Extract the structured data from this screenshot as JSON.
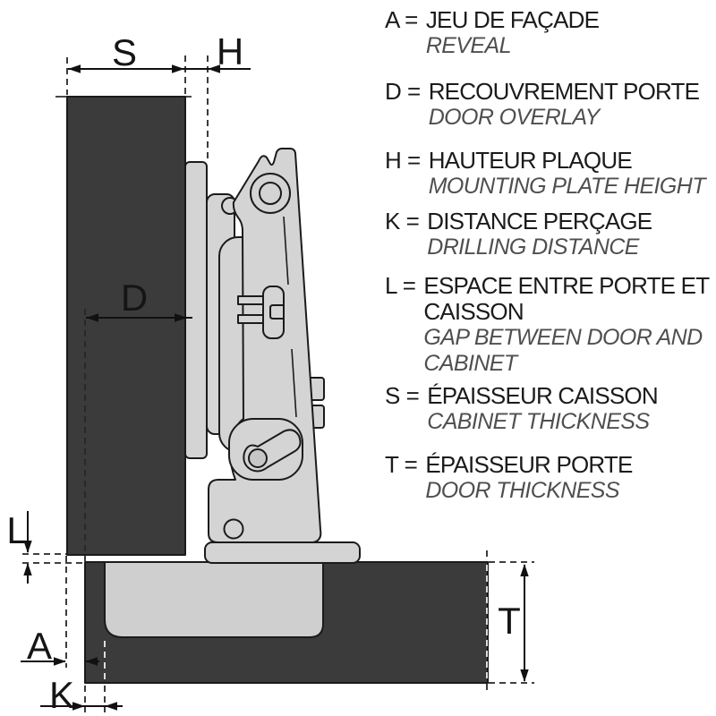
{
  "legend": {
    "entries": [
      {
        "prefix": "A =",
        "fr1": "JEU DE FAÇADE",
        "fr2": "",
        "en1": "REVEAL",
        "en2": ""
      },
      {
        "prefix": "D =",
        "fr1": "RECOUVREMENT PORTE",
        "fr2": "",
        "en1": "DOOR OVERLAY",
        "en2": ""
      },
      {
        "prefix": "H =",
        "fr1": "HAUTEUR PLAQUE",
        "fr2": "",
        "en1": "MOUNTING PLATE HEIGHT",
        "en2": ""
      },
      {
        "prefix": "K =",
        "fr1": "DISTANCE PERÇAGE",
        "fr2": "",
        "en1": "DRILLING DISTANCE",
        "en2": ""
      },
      {
        "prefix": "L =",
        "fr1": "ESPACE ENTRE PORTE ET",
        "fr2": "CAISSON",
        "en1": "GAP BETWEEN DOOR AND",
        "en2": "CABINET"
      },
      {
        "prefix": "S =",
        "fr1": "ÉPAISSEUR CAISSON",
        "fr2": "",
        "en1": "CABINET THICKNESS",
        "en2": ""
      },
      {
        "prefix": "T =",
        "fr1": "ÉPAISSEUR PORTE",
        "fr2": "",
        "en1": "DOOR THICKNESS",
        "en2": ""
      }
    ]
  },
  "dim": {
    "s": "S",
    "h": "H",
    "d": "D",
    "l": "L",
    "a": "A",
    "k": "K",
    "t": "T"
  },
  "colors": {
    "panel_dark": "#3b3b3b",
    "hinge_gray": "#d4d4d4",
    "cup_gray": "#cfcfcf",
    "pin_gray": "#c7c7c7",
    "outline": "#1b1b1b",
    "dimension": "#111111",
    "text_primary": "#1b1b1b",
    "text_secondary": "#4f4f4f"
  }
}
